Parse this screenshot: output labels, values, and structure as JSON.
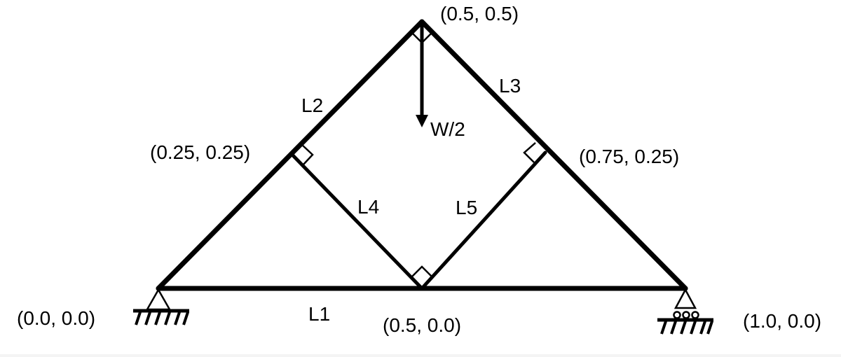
{
  "nodes": {
    "apex": "(0.5, 0.5)",
    "left_mid": "(0.25, 0.25)",
    "right_mid": "(0.75, 0.25)",
    "left_support": "(0.0, 0.0)",
    "bottom_mid": "(0.5, 0.0)",
    "right_support": "(1.0, 0.0)"
  },
  "members": {
    "L1": "L1",
    "L2": "L2",
    "L3": "L3",
    "L4": "L4",
    "L5": "L5"
  },
  "load": {
    "label": "W/2"
  },
  "supports": {
    "left": "pin-support",
    "right": "roller-support"
  },
  "colors": {
    "stroke": "#000000",
    "background": "#ffffff"
  }
}
